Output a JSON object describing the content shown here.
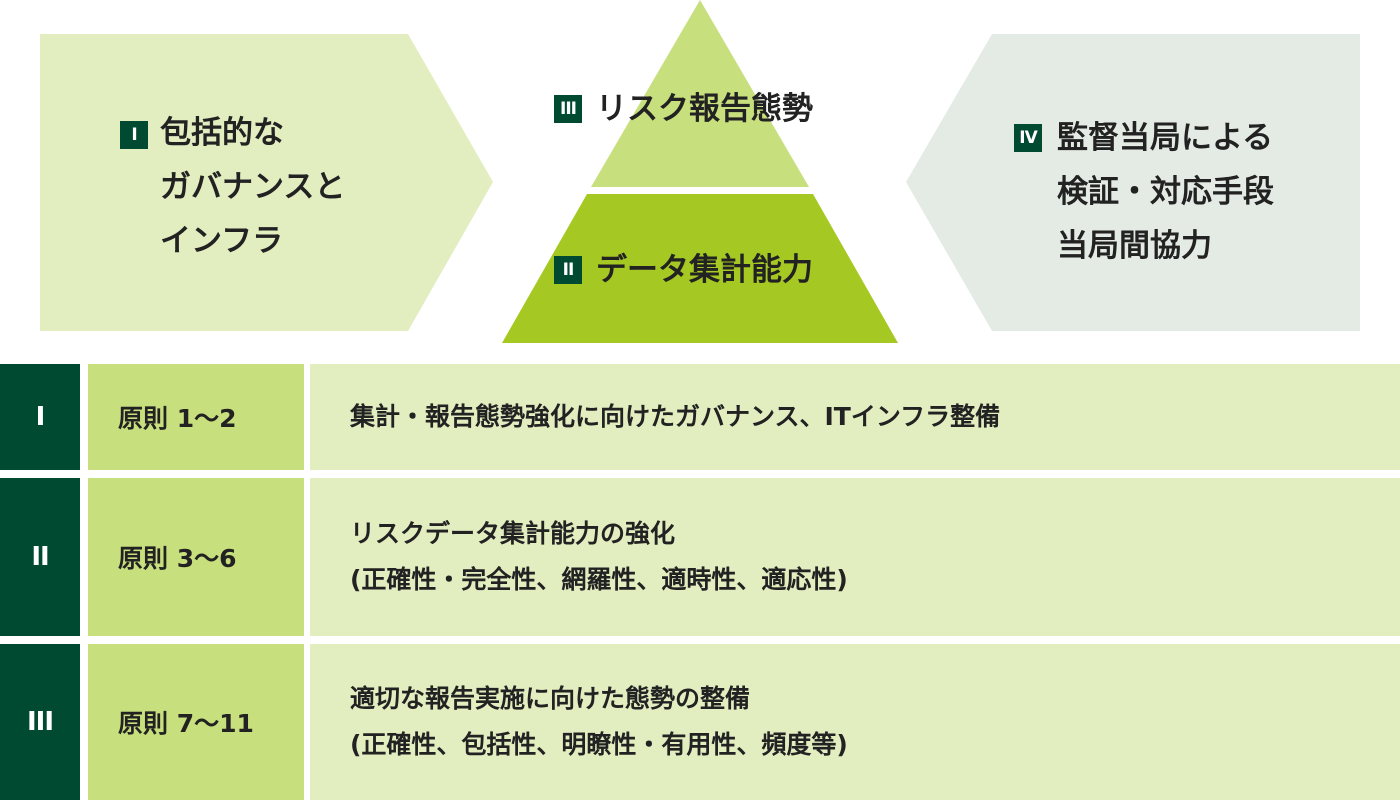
{
  "diagram": {
    "left_block": {
      "numeral": "I",
      "text": "包括的な\nガバナンスと\nインフラ",
      "color": "#e2edc0"
    },
    "triangle_top": {
      "numeral": "III",
      "text": "リスク報告態勢",
      "color": "#c8df7d"
    },
    "triangle_bottom": {
      "numeral": "II",
      "text": "データ集計能力",
      "color": "#a5c822"
    },
    "right_block": {
      "numeral": "IV",
      "text": "監督当局による\n検証・対応手段\n当局間協力",
      "color": "#e4ebe4"
    }
  },
  "table": {
    "rows": [
      {
        "numeral": "I",
        "principle": "原則 1～2",
        "lines": [
          "集計・報告態勢強化に向けたガバナンス、ITインフラ整備"
        ]
      },
      {
        "numeral": "II",
        "principle": "原則 3～6",
        "lines": [
          "リスクデータ集計能力の強化",
          "(正確性・完全性、網羅性、適時性、適応性)"
        ]
      },
      {
        "numeral": "III",
        "principle": "原則 7～11",
        "lines": [
          "適切な報告実施に向けた態勢の整備",
          "(正確性、包括性、明瞭性・有用性、頻度等)"
        ]
      }
    ]
  },
  "colors": {
    "dark_green": "#004a32",
    "mid_green": "#c8df7d",
    "light_green": "#e2edc0"
  }
}
